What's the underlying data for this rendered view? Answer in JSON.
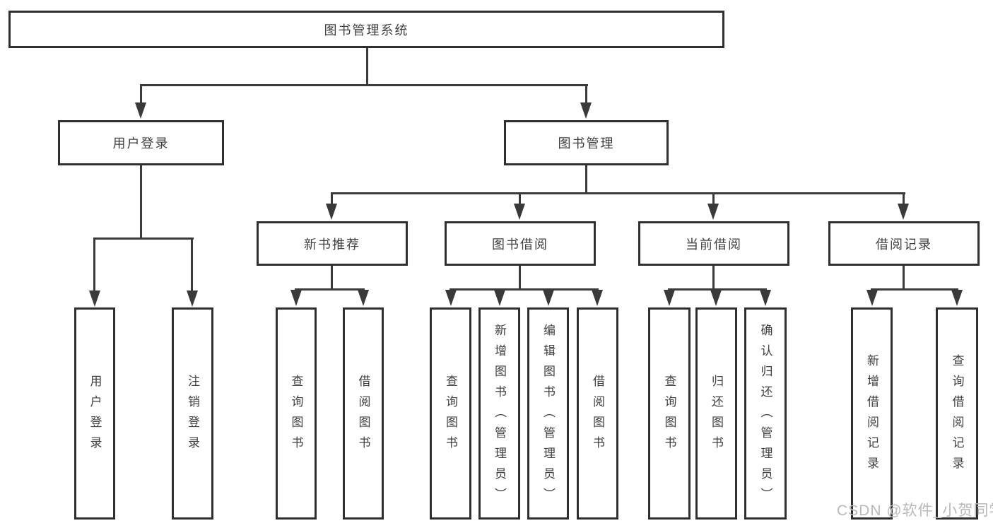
{
  "diagram": {
    "title": "图书管理系统",
    "type": "functional-structure-tree",
    "colors": {
      "line": "#3a3a3a",
      "box_border": "#2f2f2f",
      "text": "#3f3f3f",
      "background": "#ffffff",
      "watermark": "#b9b9b9"
    }
  },
  "root": {
    "label": "图书管理系统"
  },
  "level2": [
    {
      "label": "用户登录"
    },
    {
      "label": "图书管理"
    }
  ],
  "level3": [
    {
      "label": "新书推荐"
    },
    {
      "label": "图书借阅"
    },
    {
      "label": "当前借阅"
    },
    {
      "label": "借阅记录"
    }
  ],
  "leaves": {
    "user_login": [
      {
        "label": "用户登录"
      },
      {
        "label": "注销登录"
      }
    ],
    "new_books": [
      {
        "label": "查询图书"
      },
      {
        "label": "借阅图书"
      }
    ],
    "book_borrow": [
      {
        "label": "查询图书"
      },
      {
        "label": "新增图书（管理员）"
      },
      {
        "label": "编辑图书（管理员）"
      },
      {
        "label": "借阅图书"
      }
    ],
    "current_borrow": [
      {
        "label": "查询图书"
      },
      {
        "label": "归还图书"
      },
      {
        "label": "确认归还（管理员）"
      }
    ],
    "borrow_records": [
      {
        "label": "新增借阅记录"
      },
      {
        "label": "查询借阅记录"
      }
    ]
  },
  "watermark": {
    "text": "CSDN @软件_小贺同学"
  }
}
